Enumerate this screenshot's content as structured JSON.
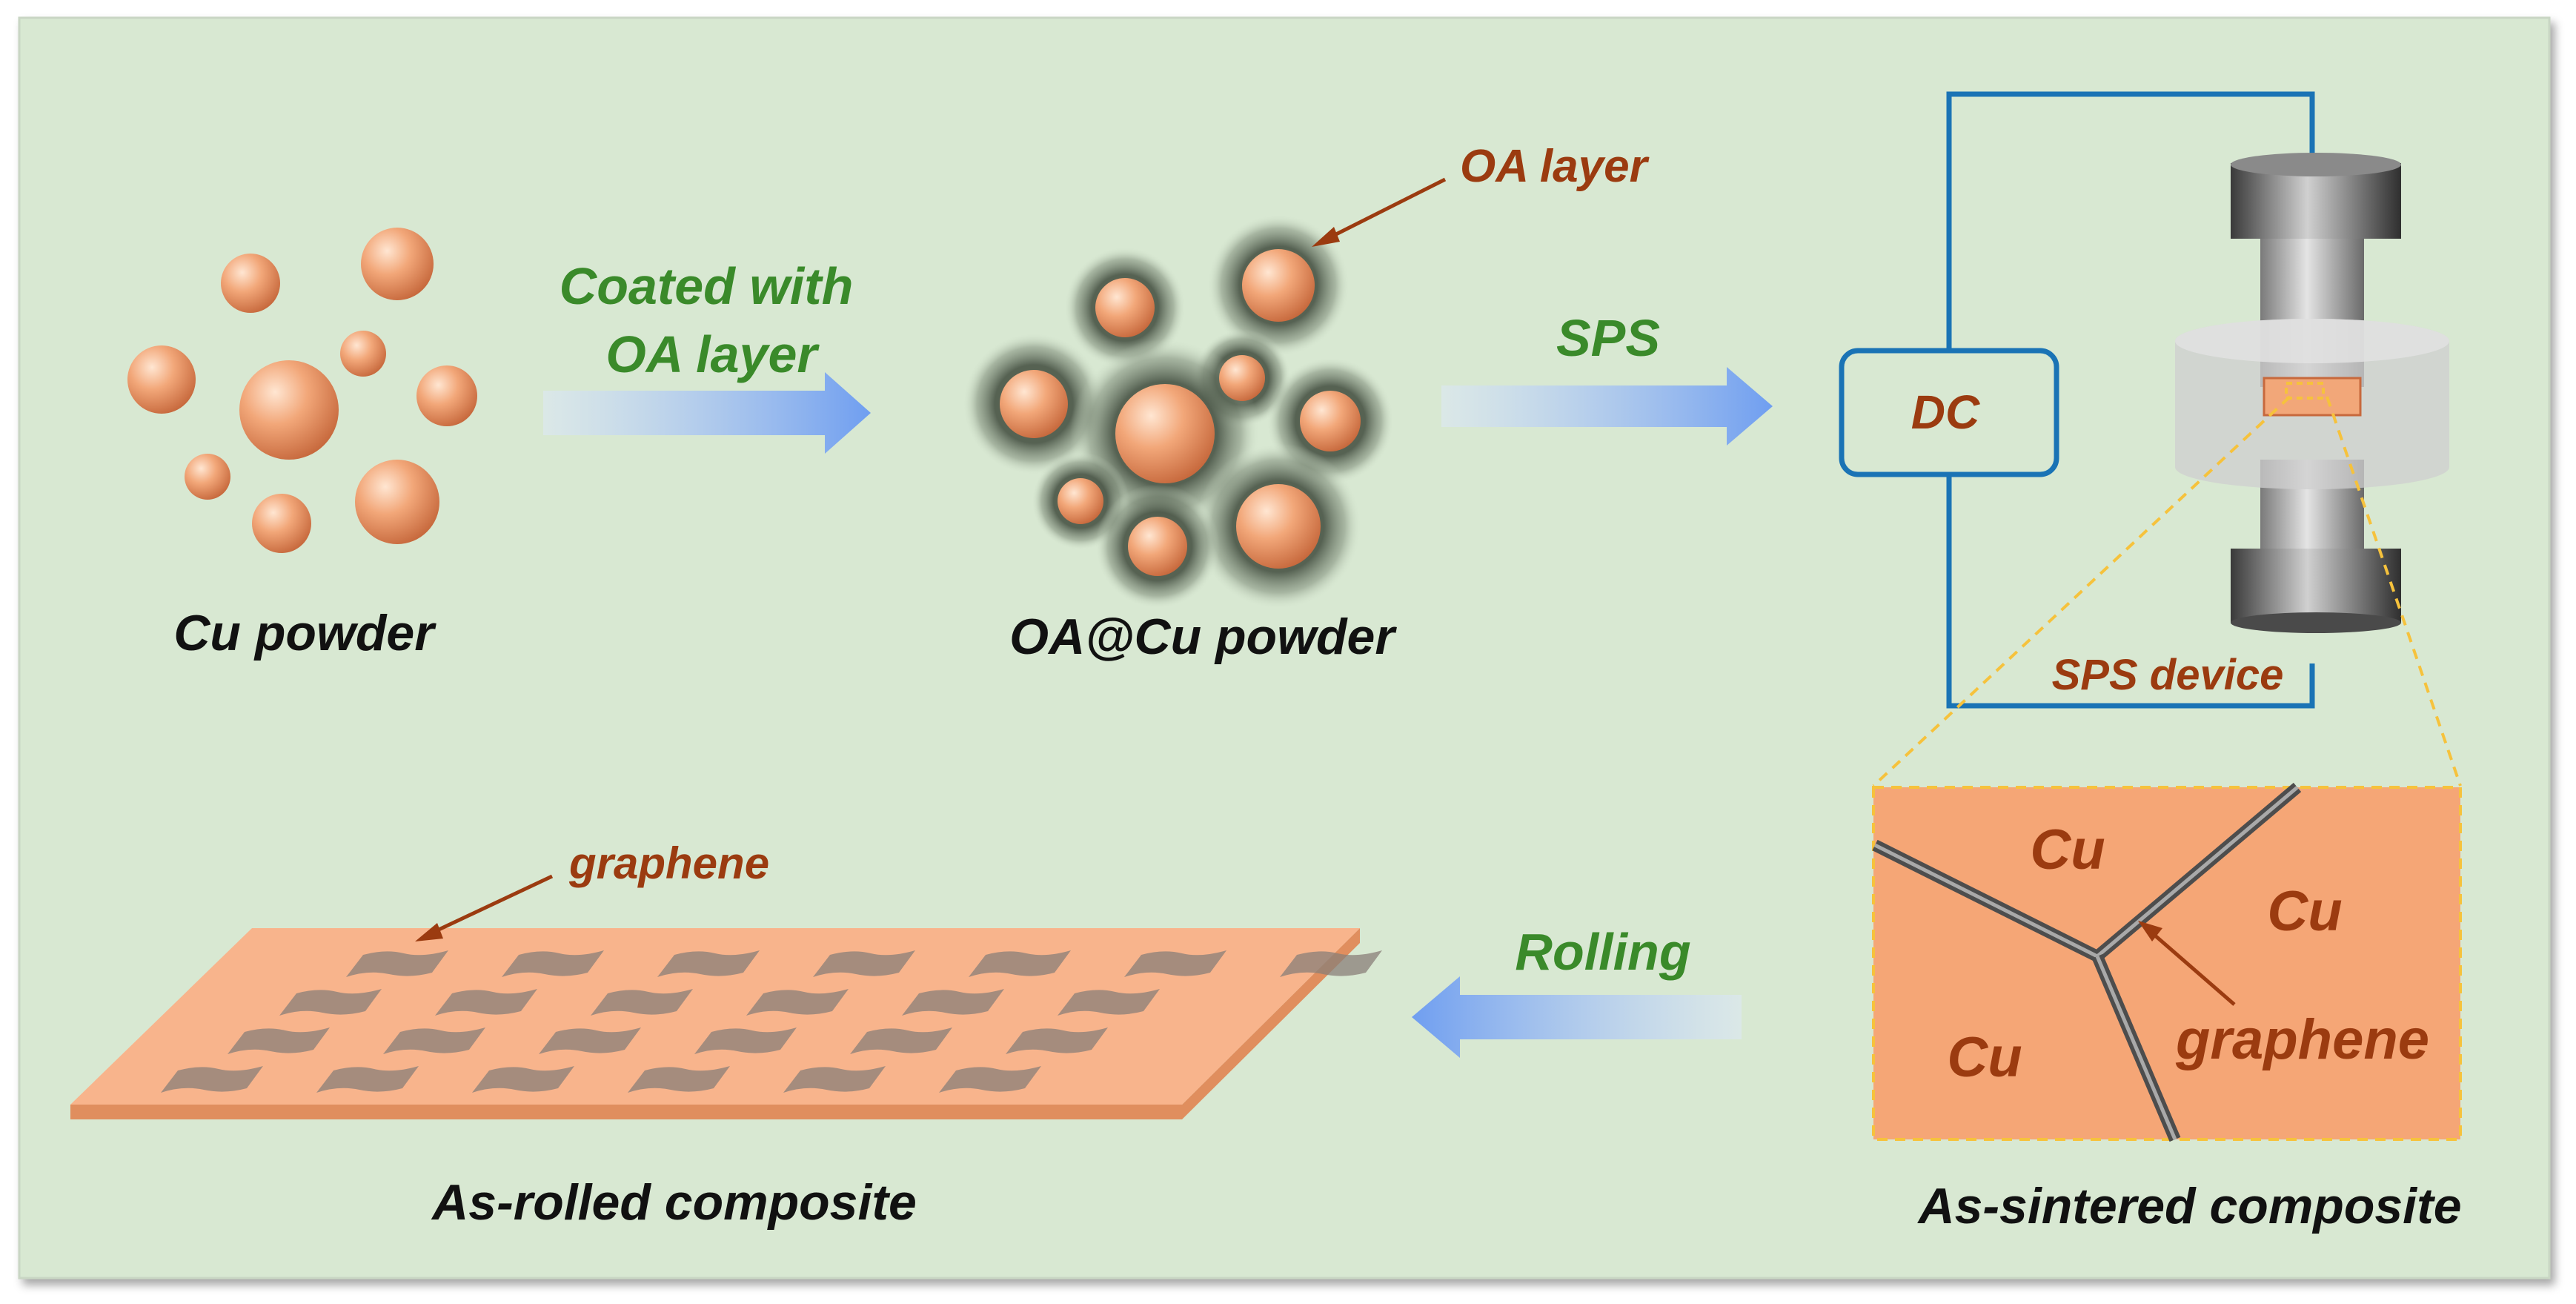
{
  "labels": {
    "cu_powder": "Cu powder",
    "coated_line1": "Coated with",
    "coated_line2": "OA layer",
    "oa_layer": "OA layer",
    "oa_cu_powder": "OA@Cu powder",
    "sps": "SPS",
    "dc": "DC",
    "sps_device": "SPS device",
    "cu_grain_top": "Cu",
    "cu_grain_right": "Cu",
    "cu_grain_bottom": "Cu",
    "graphene_boundary": "graphene",
    "as_sintered": "As-sintered composite",
    "rolling": "Rolling",
    "graphene_flake": "graphene",
    "as_rolled": "As-rolled composite"
  },
  "colors": {
    "background": "#d8e8d2",
    "copper": "#f2a779",
    "copper_dark": "#c7693d",
    "label_green": "#3a8a2a",
    "label_brown": "#9b3b10",
    "circuit_blue": "#1a73b5",
    "zoom_dash": "#f6c23c",
    "graphene": "#8a8a8a"
  }
}
